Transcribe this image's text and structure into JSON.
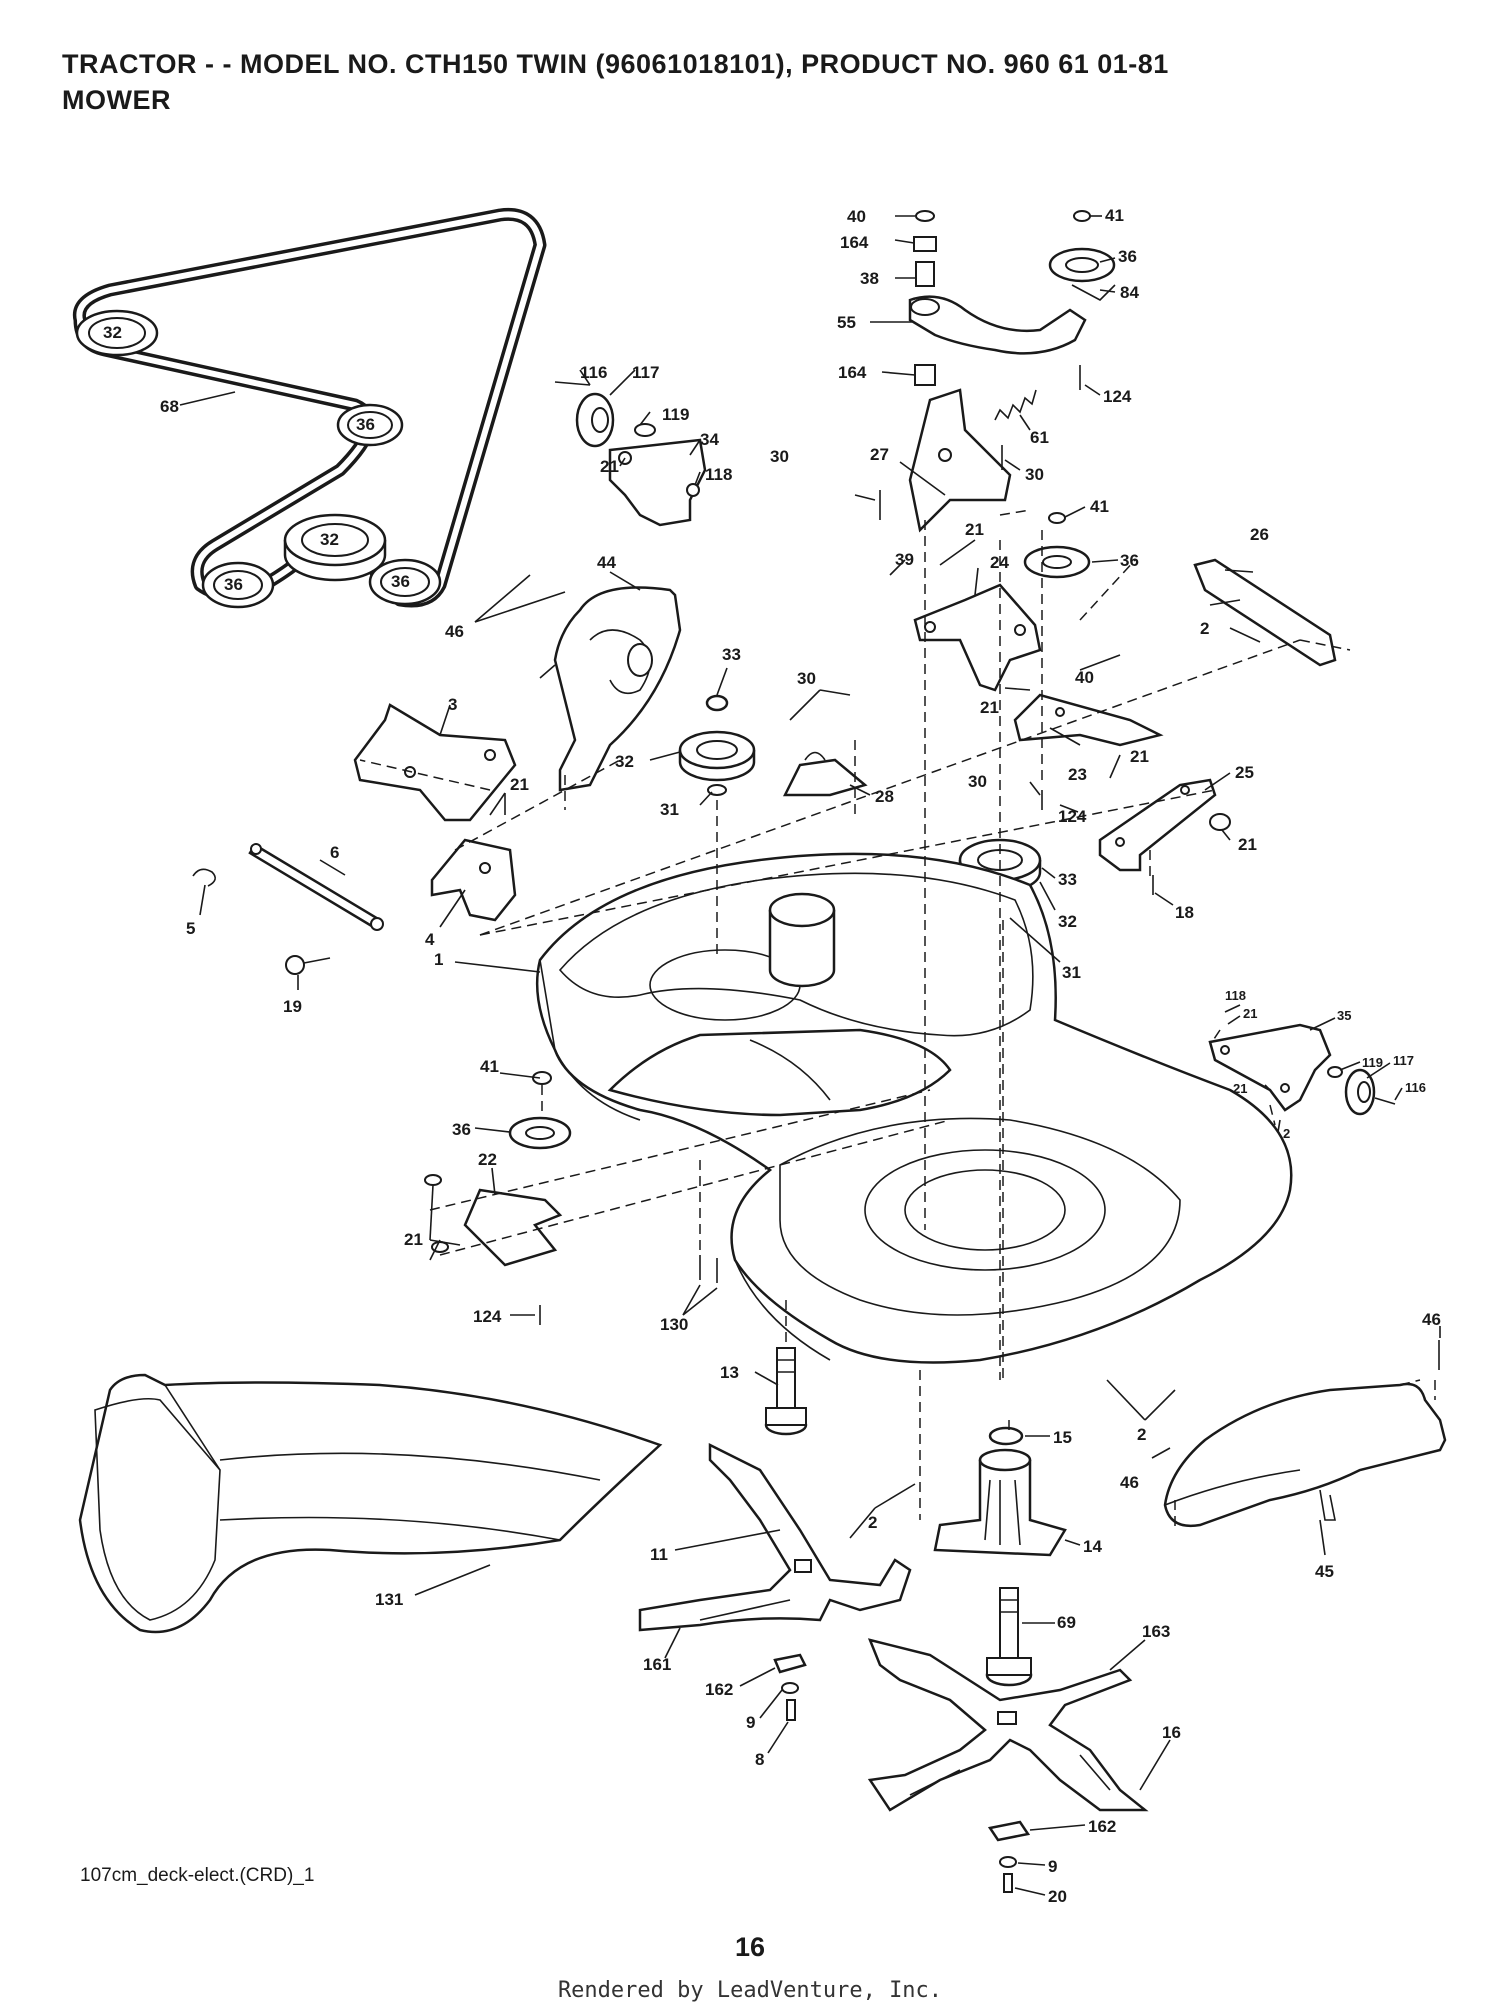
{
  "header": {
    "title_line1": "TRACTOR - - MODEL NO. CTH150 TWIN   (96061018101), PRODUCT NO. 960 61 01-81",
    "title_line2": "MOWER"
  },
  "parts": [
    {
      "label": "32"
    },
    {
      "label": "36"
    },
    {
      "label": "32"
    },
    {
      "label": "36"
    },
    {
      "label": "36"
    },
    {
      "label": "68"
    },
    {
      "label": "116"
    },
    {
      "label": "117"
    },
    {
      "label": "119"
    },
    {
      "label": "34"
    },
    {
      "label": "21"
    },
    {
      "label": "118"
    },
    {
      "label": "46"
    },
    {
      "label": "44"
    },
    {
      "label": "3"
    },
    {
      "label": "21"
    },
    {
      "label": "6"
    },
    {
      "label": "5"
    },
    {
      "label": "4"
    },
    {
      "label": "19"
    },
    {
      "label": "33"
    },
    {
      "label": "32"
    },
    {
      "label": "31"
    },
    {
      "label": "30"
    },
    {
      "label": "28"
    },
    {
      "label": "40"
    },
    {
      "label": "164"
    },
    {
      "label": "38"
    },
    {
      "label": "55"
    },
    {
      "label": "164"
    },
    {
      "label": "41"
    },
    {
      "label": "36"
    },
    {
      "label": "84"
    },
    {
      "label": "124"
    },
    {
      "label": "61"
    },
    {
      "label": "30"
    },
    {
      "label": "27"
    },
    {
      "label": "30"
    },
    {
      "label": "41"
    },
    {
      "label": "39"
    },
    {
      "label": "21"
    },
    {
      "label": "24"
    },
    {
      "label": "36"
    },
    {
      "label": "26"
    },
    {
      "label": "2"
    },
    {
      "label": "40"
    },
    {
      "label": "21"
    },
    {
      "label": "23"
    },
    {
      "label": "21"
    },
    {
      "label": "25"
    },
    {
      "label": "30"
    },
    {
      "label": "124"
    },
    {
      "label": "21"
    },
    {
      "label": "33"
    },
    {
      "label": "32"
    },
    {
      "label": "18"
    },
    {
      "label": "31"
    },
    {
      "label": "1"
    },
    {
      "label": "118"
    },
    {
      "label": "21"
    },
    {
      "label": "35"
    },
    {
      "label": "119"
    },
    {
      "label": "117"
    },
    {
      "label": "116"
    },
    {
      "label": "21"
    },
    {
      "label": "2"
    },
    {
      "label": "41"
    },
    {
      "label": "36"
    },
    {
      "label": "22"
    },
    {
      "label": "21"
    },
    {
      "label": "124"
    },
    {
      "label": "130"
    },
    {
      "label": "46"
    },
    {
      "label": "13"
    },
    {
      "label": "15"
    },
    {
      "label": "2"
    },
    {
      "label": "46"
    },
    {
      "label": "2"
    },
    {
      "label": "14"
    },
    {
      "label": "45"
    },
    {
      "label": "11"
    },
    {
      "label": "131"
    },
    {
      "label": "69"
    },
    {
      "label": "163"
    },
    {
      "label": "161"
    },
    {
      "label": "162"
    },
    {
      "label": "9"
    },
    {
      "label": "8"
    },
    {
      "label": "16"
    },
    {
      "label": "162"
    },
    {
      "label": "9"
    },
    {
      "label": "20"
    }
  ],
  "footer": {
    "reference": "107cm_deck-elect.(CRD)_1",
    "page_number": "16",
    "rendered_by": "Rendered by LeadVenture, Inc."
  }
}
